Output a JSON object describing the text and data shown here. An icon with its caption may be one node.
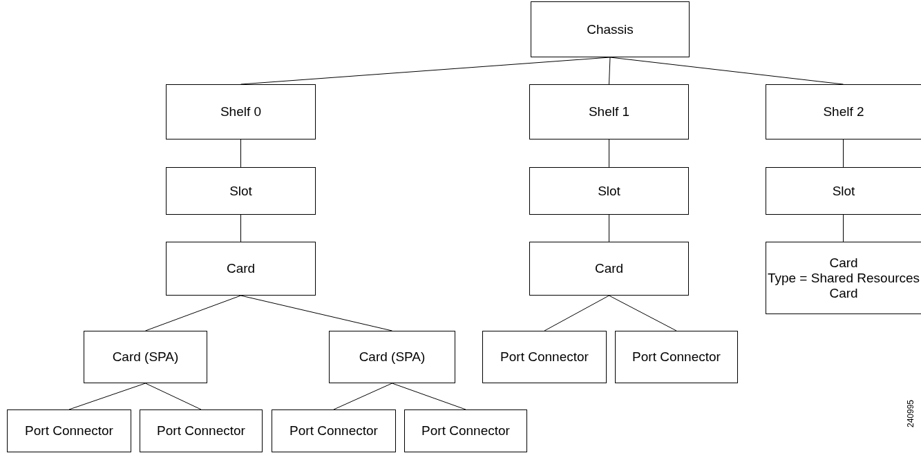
{
  "diagram": {
    "nodes": [
      {
        "text": [
          "Chassis"
        ]
      },
      {
        "text": [
          "Shelf 0"
        ]
      },
      {
        "text": [
          "Shelf 1"
        ]
      },
      {
        "text": [
          "Shelf 2"
        ]
      },
      {
        "text": [
          "Slot"
        ]
      },
      {
        "text": [
          "Slot"
        ]
      },
      {
        "text": [
          "Slot"
        ]
      },
      {
        "text": [
          "Card"
        ]
      },
      {
        "text": [
          "Card"
        ]
      },
      {
        "text": [
          "Card",
          "Type = Shared Resources Card"
        ]
      },
      {
        "text": [
          "Card (SPA)"
        ]
      },
      {
        "text": [
          "Card (SPA)"
        ]
      },
      {
        "text": [
          "Port Connector"
        ]
      },
      {
        "text": [
          "Port Connector"
        ]
      },
      {
        "text": [
          "Port Connector"
        ]
      },
      {
        "text": [
          "Port Connector"
        ]
      },
      {
        "text": [
          "Port Connector"
        ]
      },
      {
        "text": [
          "Port Connector"
        ]
      }
    ],
    "edges": [
      {
        "from": 0,
        "to": 1,
        "arrow": "none"
      },
      {
        "from": 0,
        "to": 2,
        "arrow": "none"
      },
      {
        "from": 0,
        "to": 3,
        "arrow": "none"
      },
      {
        "from": 1,
        "to": 4,
        "arrow": "none"
      },
      {
        "from": 2,
        "to": 5,
        "arrow": "none"
      },
      {
        "from": 3,
        "to": 6,
        "arrow": "none"
      },
      {
        "from": 4,
        "to": 7,
        "arrow": "none"
      },
      {
        "from": 5,
        "to": 8,
        "arrow": "none"
      },
      {
        "from": 6,
        "to": 9,
        "arrow": "none"
      },
      {
        "from": 7,
        "to": 10,
        "arrow": "none"
      },
      {
        "from": 7,
        "to": 11,
        "arrow": "none"
      },
      {
        "from": 8,
        "to": 12,
        "arrow": "none"
      },
      {
        "from": 8,
        "to": 13,
        "arrow": "none"
      },
      {
        "from": 10,
        "to": 14,
        "arrow": "none"
      },
      {
        "from": 10,
        "to": 15,
        "arrow": "none"
      },
      {
        "from": 11,
        "to": 16,
        "arrow": "none"
      },
      {
        "from": 11,
        "to": 17,
        "arrow": "none"
      }
    ],
    "labels": [
      "240995"
    ]
  }
}
